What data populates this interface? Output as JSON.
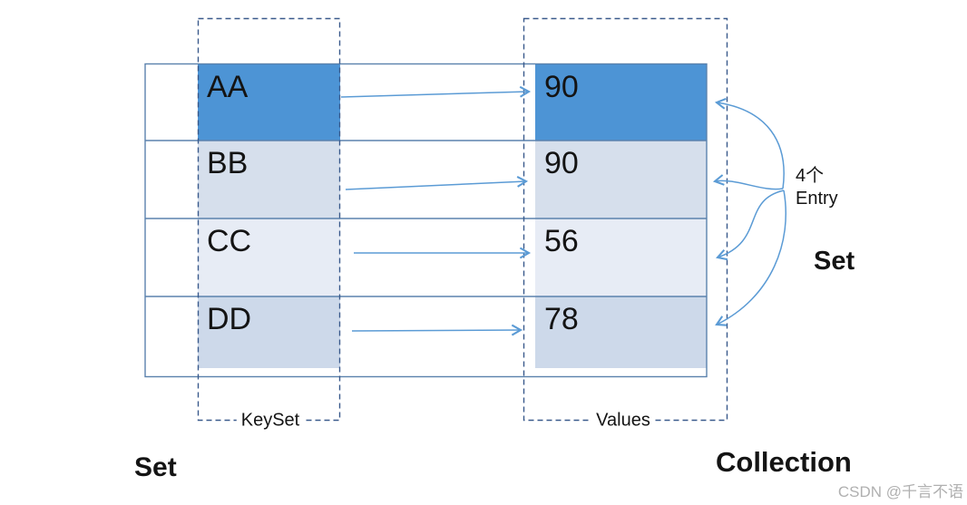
{
  "diagram": {
    "rows": [
      {
        "key": "AA",
        "value": "90",
        "fill": "#4d94d5"
      },
      {
        "key": "BB",
        "value": "90",
        "fill": "#d6dfec"
      },
      {
        "key": "CC",
        "value": "56",
        "fill": "#e7ecf5"
      },
      {
        "key": "DD",
        "value": "78",
        "fill": "#cdd9ea"
      }
    ],
    "keyset_label": "KeySet",
    "values_label": "Values",
    "entry_annotation": {
      "line1": "4个",
      "line2": "Entry"
    },
    "set_label_right": "Set",
    "set_label_bottom": "Set",
    "collection_label": "Collection",
    "watermark": "CSDN @千言不语",
    "colors": {
      "arrow": "#5b9bd5",
      "border": "#5b82ad",
      "dashed": "#3a5a8c",
      "text": "#141414",
      "watermark": "#b0b0b0",
      "highlight_row": "#4d94d5"
    }
  }
}
